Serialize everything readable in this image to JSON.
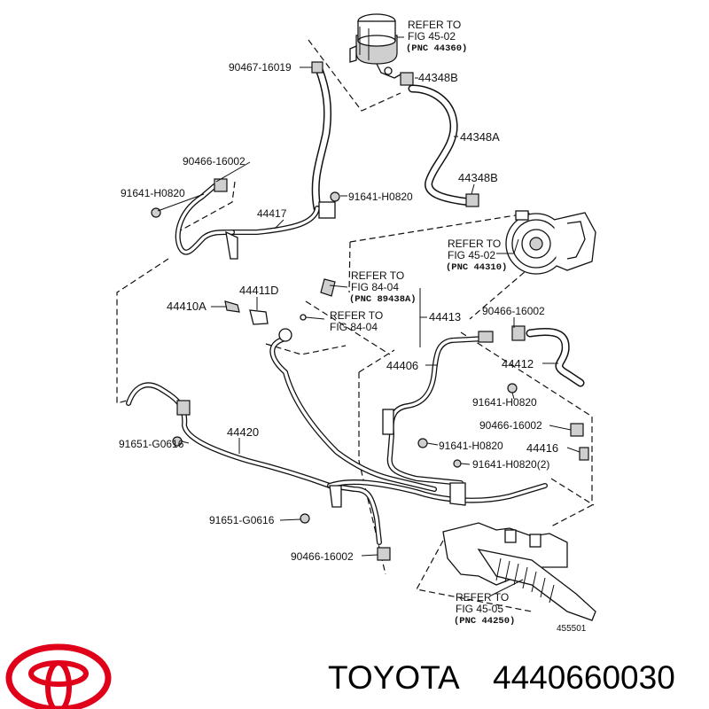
{
  "callouts": {
    "refer_45_02_top": {
      "line1": "REFER TO",
      "line2": "FIG 45-02",
      "pnc": "(PNC 44360)"
    },
    "p44348B_top": "44348B",
    "p90467": "90467-16019",
    "p44348A": "44348A",
    "p90466_a": "90466-16002",
    "p44348B_mid": "44348B",
    "p91641_a": "91641-H0820",
    "p91641_b": "91641-H0820",
    "p44417": "44417",
    "refer_45_02_pump": {
      "line1": "REFER TO",
      "line2": "FIG 45-02",
      "pnc": "(PNC 44310)"
    },
    "p44411D": "44411D",
    "refer_84_04_a": {
      "line1": "REFER TO",
      "line2": "FIG 84-04",
      "pnc": "(PNC 89438A)"
    },
    "p44410A": "44410A",
    "p90466_b": "90466-16002",
    "refer_84_04_b": {
      "line1": "REFER TO",
      "line2": "FIG 84-04"
    },
    "p44413": "44413",
    "p44406": "44406",
    "p44412": "44412",
    "p91641_c": "91641-H0820",
    "p90466_c": "90466-16002",
    "p44420": "44420",
    "p44416": "44416",
    "p91651_a": "91651-G0616",
    "p91641_d": "91641-H0820",
    "p91641_e": "91641-H0820(2)",
    "p91651_b": "91651-G0616",
    "p90466_d": "90466-16002",
    "refer_45_05": {
      "line1": "REFER TO",
      "line2": "FIG 45-05",
      "pnc": "(PNC 44250)"
    },
    "fig_number": "455501"
  },
  "footer": {
    "brand": "TOYOTA",
    "part_number": "4440660030"
  },
  "colors": {
    "logo": "#e0001a",
    "ink": "#111111"
  },
  "icons": {
    "logo": "toyota-logo-icon"
  }
}
